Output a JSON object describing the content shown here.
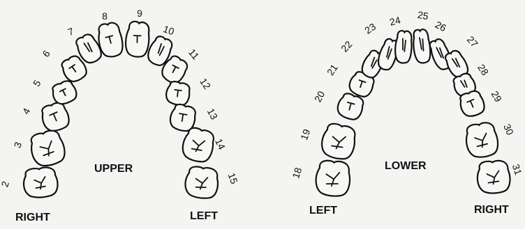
{
  "upper": {
    "title": "UPPER",
    "side_left": "RIGHT",
    "side_right": "LEFT",
    "teeth": [
      "2",
      "3",
      "4",
      "5",
      "6",
      "7",
      "8",
      "9",
      "10",
      "11",
      "12",
      "13",
      "14",
      "15"
    ]
  },
  "lower": {
    "title": "LOWER",
    "side_left": "LEFT",
    "side_right": "RIGHT",
    "teeth": [
      "18",
      "19",
      "20",
      "21",
      "22",
      "23",
      "24",
      "25",
      "26",
      "27",
      "28",
      "29",
      "30",
      "31"
    ]
  }
}
